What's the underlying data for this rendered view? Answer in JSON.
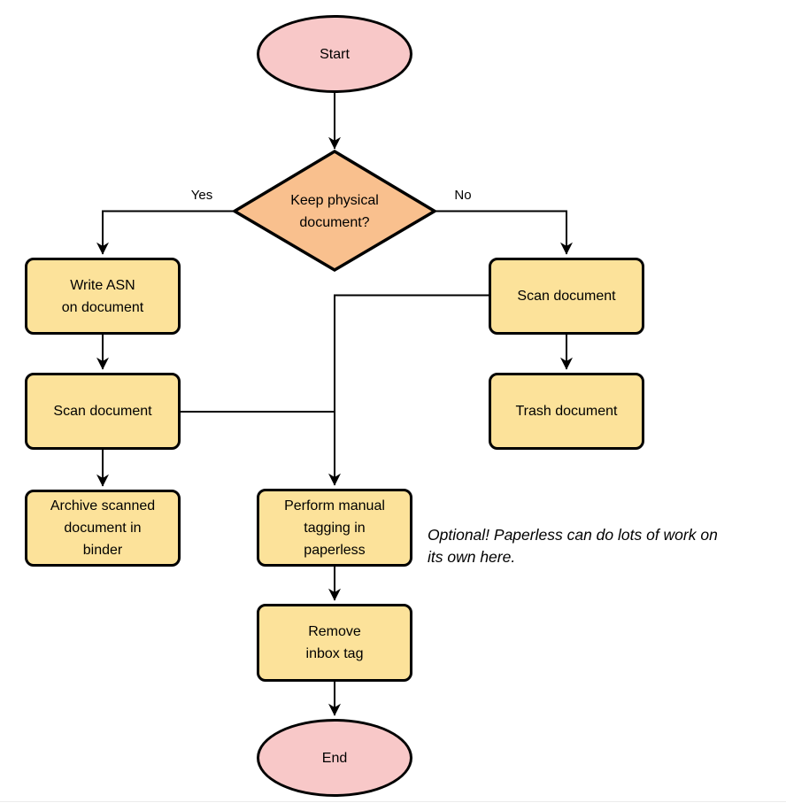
{
  "diagram": {
    "nodes": {
      "start": "Start",
      "decision": "Keep physical\ndocument?",
      "write_asn": "Write ASN\non document",
      "scan_left": "Scan document",
      "archive": "Archive scanned\ndocument in\nbinder",
      "scan_right": "Scan document",
      "trash": "Trash document",
      "tagging": "Perform manual\ntagging in\npaperless",
      "remove_inbox": "Remove\ninbox tag",
      "end": "End"
    },
    "edge_labels": {
      "yes": "Yes",
      "no": "No"
    },
    "annotation": "Optional! Paperless can do lots of work on\nits own here.",
    "colors": {
      "terminator_fill": "#f8c8c8",
      "decision_fill": "#f9c08e",
      "process_fill": "#fce29a",
      "stroke": "#000000"
    }
  }
}
